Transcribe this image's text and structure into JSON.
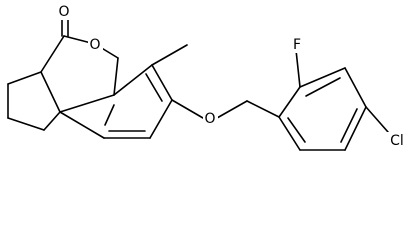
{
  "molecule": {
    "atoms": {
      "carbonyl_oxygen": "O",
      "ring_oxygen": "O",
      "ether_oxygen": "O",
      "fluorine": "F",
      "chlorine": "Cl"
    }
  }
}
